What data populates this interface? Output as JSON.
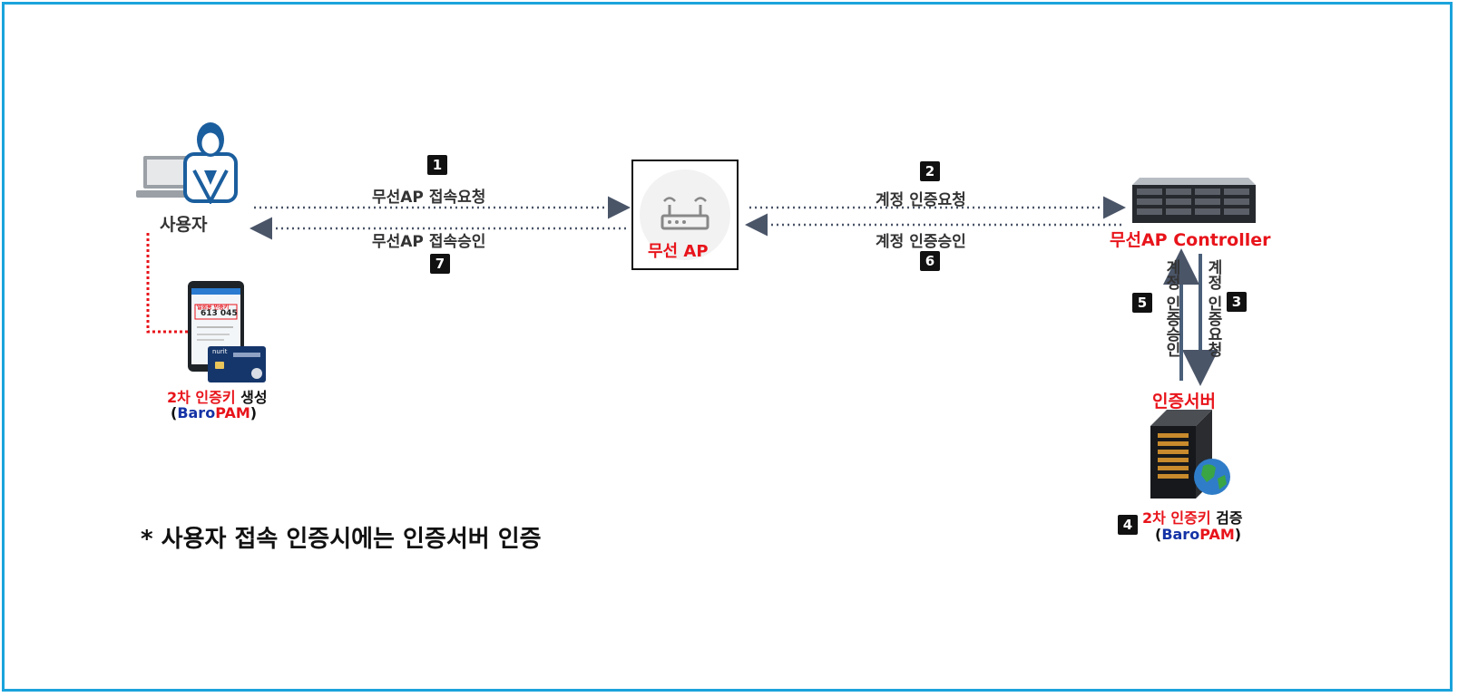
{
  "nodes": {
    "user": {
      "label": "사용자"
    },
    "ap": {
      "label": "무선 AP"
    },
    "controller": {
      "label": "무선AP Controller"
    },
    "auth_server": {
      "label": "인증서버"
    }
  },
  "steps": {
    "s1": {
      "num": "1",
      "label": "무선AP 접속요청"
    },
    "s2": {
      "num": "2",
      "label": "계정 인증요청"
    },
    "s3": {
      "num": "3",
      "label": "계정 인증요청"
    },
    "s4": {
      "num": "4",
      "label_red": "2차 인증키",
      "label_black": " 검증",
      "product_prefix": "(",
      "product_blue": "Baro",
      "product_red": "PAM",
      "product_suffix": ")"
    },
    "s5": {
      "num": "5",
      "label": "계정 인증승인"
    },
    "s6": {
      "num": "6",
      "label": "계정 인증승인"
    },
    "s7": {
      "num": "7",
      "label": "무선AP 접속승인"
    }
  },
  "otp": {
    "label_red": "2차 인증키",
    "label_black": " 생성",
    "product_prefix": "(",
    "product_blue": "Baro",
    "product_red": "PAM",
    "product_suffix": ")",
    "phone_title": "일회용 인증키",
    "phone_code": "613 045",
    "card_brand": "nurit"
  },
  "footnote": "* 사용자 접속 인증시에는 인증서버 인증",
  "colors": {
    "border": "#1ba3dc",
    "accent_red": "#e8141b",
    "accent_blue": "#1533a6",
    "arrow": "#4a5568"
  }
}
